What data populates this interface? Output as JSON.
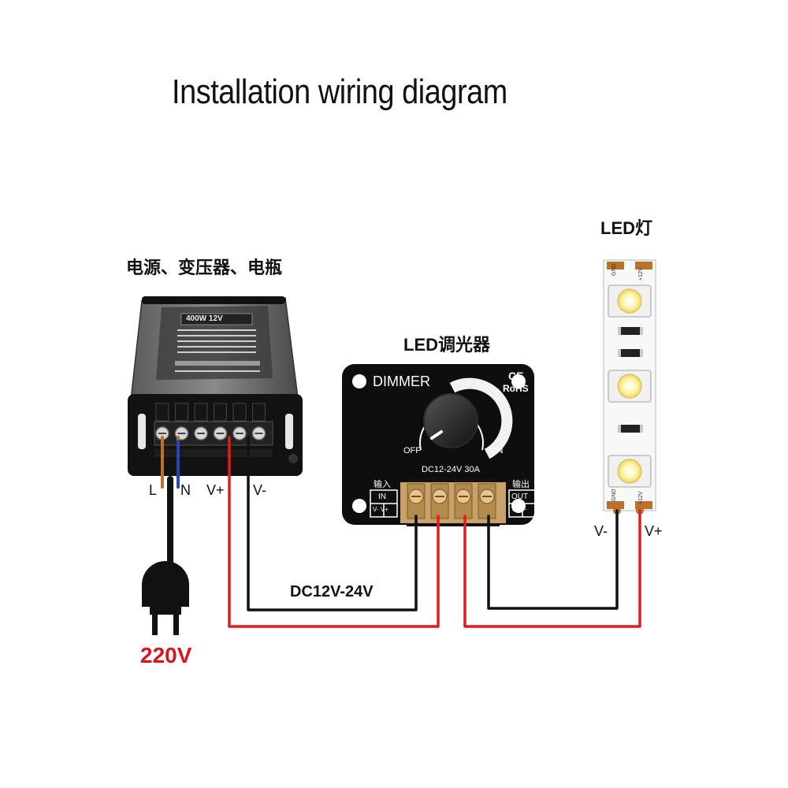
{
  "title": "Installation wiring diagram",
  "power_supply": {
    "label": "电源、变压器、电瓶",
    "model": "400W 12V",
    "terminals": [
      "L",
      "N",
      "V+",
      "V-"
    ]
  },
  "dimmer": {
    "label": "LED调光器",
    "brand": "DIMMER",
    "ce": "CE",
    "rohs": "RoHS",
    "off": "OFF",
    "on": "ON",
    "rating": "DC12-24V  30A",
    "input_title": "输入",
    "input_box": "IN",
    "input_polarity": "V- V+",
    "output_title": "输出",
    "output_box": "OUT",
    "output_polarity": "V+ V-"
  },
  "led_strip": {
    "label": "LED灯",
    "pad_gnd": "GND",
    "pad_plus": "+12V",
    "terminals": [
      "V-",
      "V+"
    ]
  },
  "wire_label": "DC12V-24V",
  "mains_label": "220V",
  "colors": {
    "red_wire": "#e41b1b",
    "black_wire": "#111111",
    "mains_text": "#d9141b"
  }
}
